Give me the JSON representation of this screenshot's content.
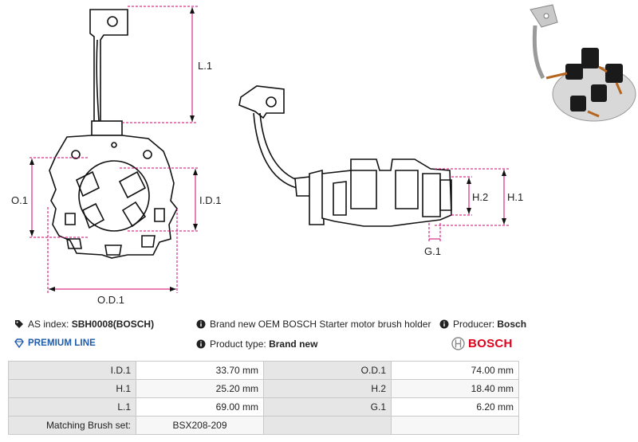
{
  "dimensions": {
    "l1": "L.1",
    "o1": "O.1",
    "id1": "I.D.1",
    "od1": "O.D.1",
    "h2": "H.2",
    "h1": "H.1",
    "g1": "G.1"
  },
  "info": {
    "as_index_label": "AS index:",
    "as_index_value": "SBH0008(BOSCH)",
    "premium": "PREMIUM LINE",
    "description": "Brand new OEM BOSCH Starter motor brush holder",
    "product_type_label": "Product type:",
    "product_type_value": "Brand new",
    "producer_label": "Producer:",
    "producer_value": "Bosch",
    "brand_logo": "BOSCH"
  },
  "specs": {
    "rows": [
      {
        "l1": "I.D.1",
        "v1": "33.70 mm",
        "l2": "O.D.1",
        "v2": "74.00 mm"
      },
      {
        "l1": "H.1",
        "v1": "25.20 mm",
        "l2": "H.2",
        "v2": "18.40 mm"
      },
      {
        "l1": "L.1",
        "v1": "69.00 mm",
        "l2": "G.1",
        "v2": "6.20 mm"
      }
    ],
    "brush_set_label": "Matching Brush set:",
    "brush_set_value": "BSX208-209"
  },
  "colors": {
    "accent_blue": "#1e5aa8",
    "bosch_red": "#e2001a",
    "dim_line": "#d0006f"
  }
}
